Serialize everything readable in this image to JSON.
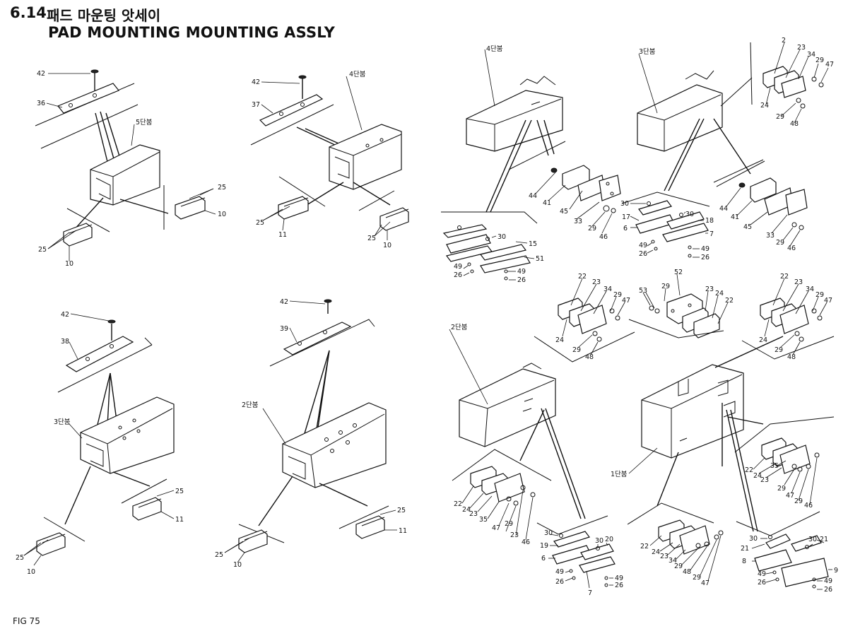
{
  "header": {
    "section_number": "6.14",
    "title_korean": "패드 마운팅 앗세이",
    "title_english": "PAD MOUNTING MOUNTING ASSLY"
  },
  "footer": {
    "figure_label": "FIG 75"
  },
  "boom_labels": {
    "boom5": "5단붐",
    "boom4a": "4단붐",
    "boom4b": "4단붐",
    "boom3a": "3단붐",
    "boom3b": "3단붐",
    "boom2a": "2단붐",
    "boom2b": "2단붐",
    "boom1": "1단붐"
  },
  "part_numbers": {
    "v1": {
      "a": "42",
      "b": "36",
      "c": "25",
      "d": "10",
      "e": "25",
      "f": "10"
    },
    "v2": {
      "a": "42",
      "b": "37",
      "c": "25",
      "d": "11",
      "e": "25",
      "f": "10"
    },
    "v3": {
      "a": "42",
      "b": "38",
      "c": "25",
      "d": "11",
      "e": "25",
      "f": "10"
    },
    "v4": {
      "a": "42",
      "b": "39",
      "c": "25",
      "d": "11",
      "e": "25",
      "f": "10"
    },
    "v5": {
      "a": "44",
      "b": "41",
      "c": "45",
      "d": "33",
      "e": "29",
      "f": "46",
      "g": "30",
      "h": "15",
      "i": "51",
      "j": "49",
      "k": "26",
      "l": "49",
      "m": "26"
    },
    "v6": {
      "a": "2",
      "b": "23",
      "c": "34",
      "d": "29",
      "e": "47",
      "f": "24",
      "g": "29",
      "h": "48",
      "i": "44",
      "j": "41",
      "k": "45",
      "l": "33",
      "m": "29",
      "n": "46",
      "o": "30",
      "p": "17",
      "q": "6",
      "r": "30",
      "s": "18",
      "t": "7",
      "u": "49",
      "v": "26",
      "w": "49",
      "x": "26"
    },
    "v7": {
      "a": "22",
      "b": "23",
      "c": "34",
      "d": "29",
      "e": "47",
      "f": "24",
      "g": "29",
      "h": "48",
      "i": "22",
      "j": "24",
      "k": "23",
      "l": "35",
      "m": "47",
      "n": "29",
      "o": "23",
      "p": "46",
      "q": "30",
      "r": "19",
      "s": "6",
      "t": "30",
      "u": "20",
      "v": "49",
      "w": "26",
      "x": "7",
      "y": "49",
      "z": "26"
    },
    "v8": {
      "a": "53",
      "b": "29",
      "c": "52",
      "d": "23",
      "e": "24",
      "f": "22",
      "g": "22",
      "h": "23",
      "i": "34",
      "j": "29",
      "k": "47",
      "l": "24",
      "m": "29",
      "n": "48",
      "o": "22",
      "p": "24",
      "q": "23",
      "r": "35",
      "s": "29",
      "t": "47",
      "u": "29",
      "v": "46",
      "w": "22",
      "x": "24",
      "y": "23",
      "z": "34",
      "aa": "29",
      "ab": "48",
      "ac": "29",
      "ad": "47",
      "ae": "21",
      "af": "30",
      "ag": "8",
      "ah": "30",
      "ai": "21",
      "aj": "9",
      "ak": "49",
      "al": "26",
      "am": "49",
      "an": "26"
    }
  }
}
